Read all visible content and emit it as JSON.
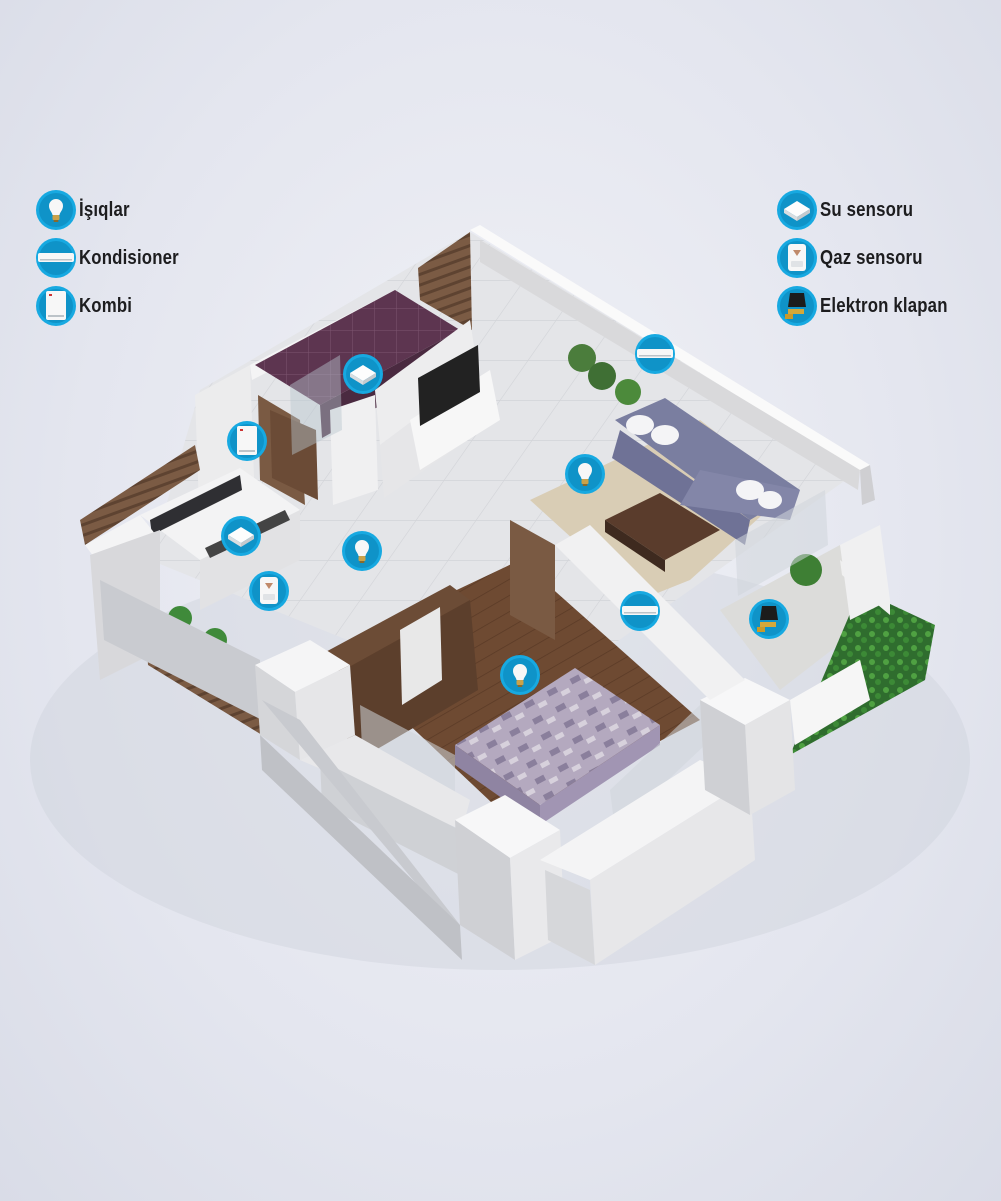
{
  "legend_left": [
    {
      "label": "İşıqlar",
      "icon": "bulb-icon"
    },
    {
      "label": "Kondisioner",
      "icon": "air-conditioner-icon"
    },
    {
      "label": "Kombi",
      "icon": "boiler-icon"
    }
  ],
  "legend_right": [
    {
      "label": "Su sensoru",
      "icon": "water-sensor-icon"
    },
    {
      "label": "Qaz sensoru",
      "icon": "gas-sensor-icon"
    },
    {
      "label": "Elektron klapan",
      "icon": "electronic-valve-icon"
    }
  ],
  "colors": {
    "icon_accent": "#17a9e1",
    "wall": "#f2f2f2",
    "wall_shadow": "#c9cbd0",
    "floor_tile": "#e3e4e6",
    "wood": "#6b4f3a",
    "carpet": "#d6c8ae",
    "sofa": "#6f7296",
    "greenery": "#3f8a3a"
  }
}
